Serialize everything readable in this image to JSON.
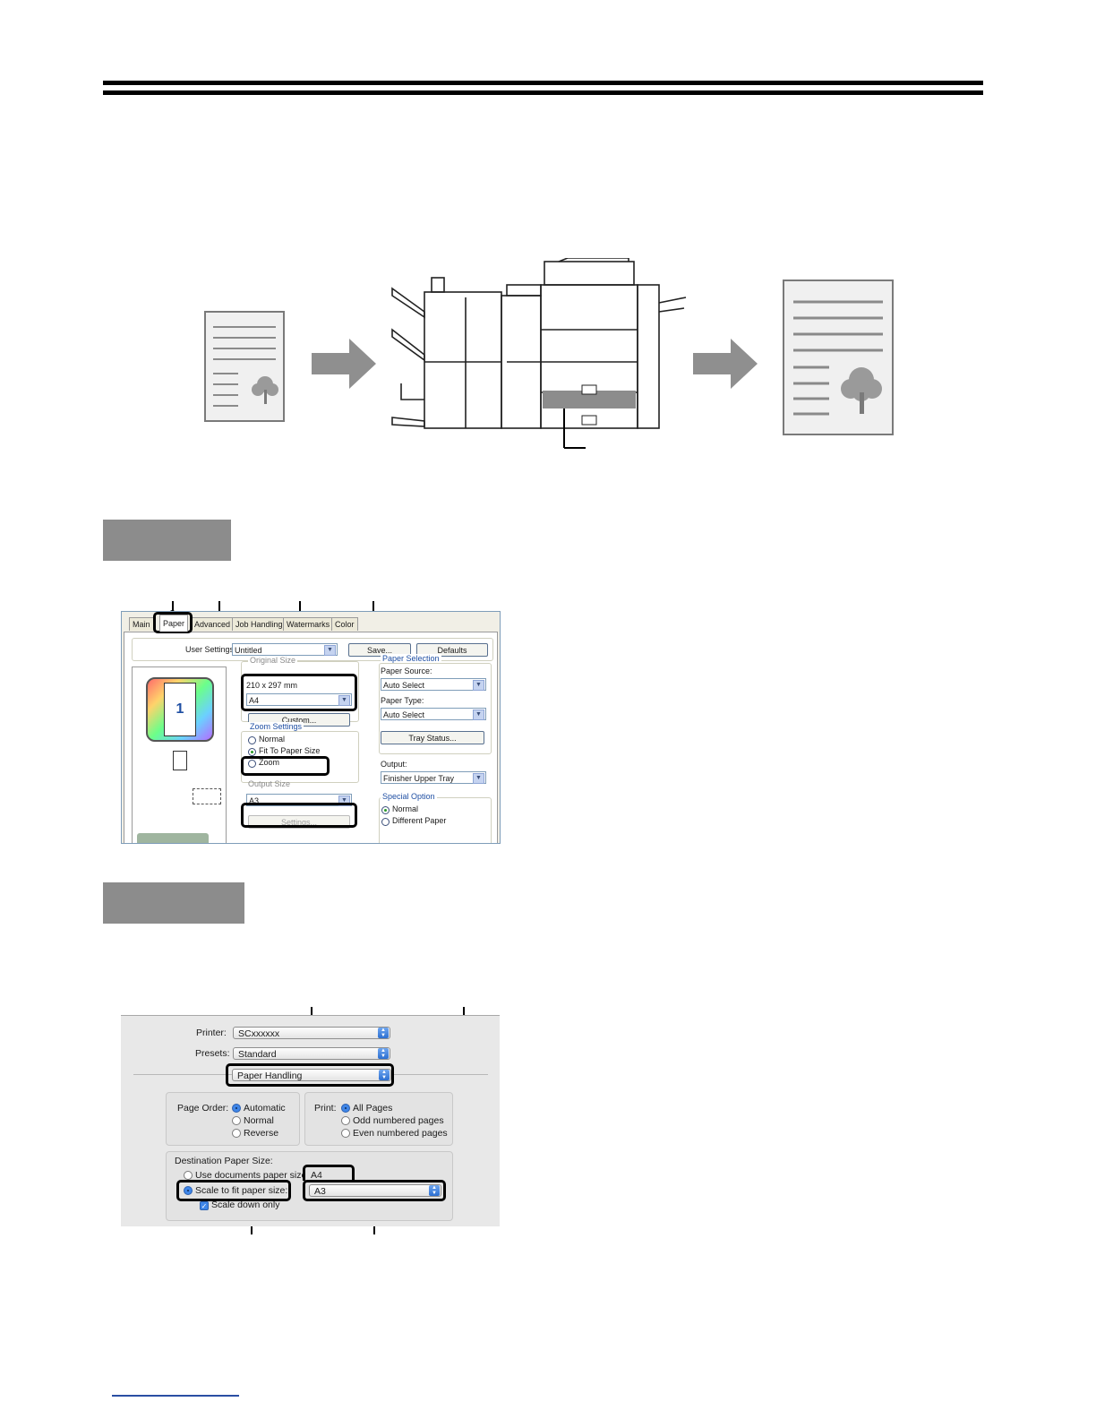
{
  "windows_dialog": {
    "tabs": [
      "Main",
      "Paper",
      "Advanced",
      "Job Handling",
      "Watermarks",
      "Color"
    ],
    "user_settings_label": "User Settings:",
    "user_settings_value": "Untitled",
    "save_button": "Save...",
    "defaults_button": "Defaults",
    "preview_page_number": "1",
    "original_size_label": "Original Size",
    "original_size_dimensions": "210 x 297 mm",
    "original_size_value": "A4",
    "custom_button": "Custom...",
    "zoom_settings_label": "Zoom Settings",
    "zoom_normal": "Normal",
    "zoom_fit_to_paper": "Fit To Paper Size",
    "zoom_zoom": "Zoom",
    "output_size_label": "Output Size",
    "output_size_value": "A3",
    "settings_button": "Settings...",
    "paper_selection_label": "Paper Selection",
    "paper_source_label": "Paper Source:",
    "paper_source_value": "Auto Select",
    "paper_type_label": "Paper Type:",
    "paper_type_value": "Auto Select",
    "tray_status_button": "Tray Status...",
    "output_label": "Output:",
    "output_value": "Finisher Upper Tray",
    "special_option_label": "Special Option",
    "special_normal": "Normal",
    "special_different_paper": "Different Paper"
  },
  "mac_dialog": {
    "printer_label": "Printer:",
    "printer_value": "SCxxxxxx",
    "presets_label": "Presets:",
    "presets_value": "Standard",
    "panel_value": "Paper Handling",
    "page_order_label": "Page Order:",
    "page_order_options": [
      "Automatic",
      "Normal",
      "Reverse"
    ],
    "print_label": "Print:",
    "print_options": [
      "All Pages",
      "Odd numbered pages",
      "Even numbered pages"
    ],
    "destination_label": "Destination Paper Size:",
    "use_documents_label": "Use documents paper size:",
    "use_documents_value": "A4",
    "scale_to_fit_label": "Scale to fit paper size:",
    "scale_to_fit_value": "A3",
    "scale_down_only_label": "Scale down only"
  },
  "colors": {
    "gray_bar": "#8c8c8c",
    "doc_lines": "#8a8a8a",
    "arrow": "#8f8f8f"
  }
}
